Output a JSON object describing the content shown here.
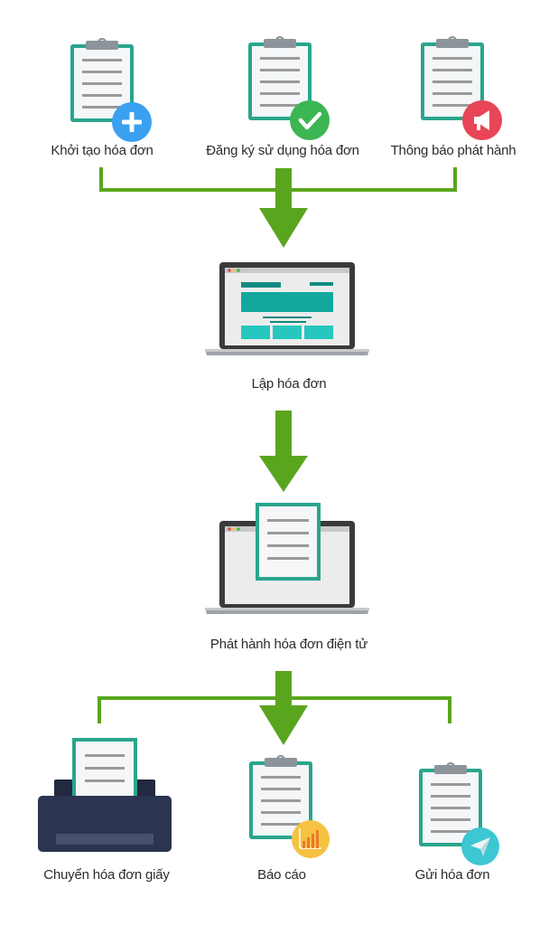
{
  "diagram": {
    "steps": {
      "create": "Khởi tạo hóa đơn",
      "register": "Đăng ký sử dụng hóa đơn",
      "announce": "Thông báo phát hành",
      "make": "Lập hóa đơn",
      "issue": "Phát hành hóa đơn điện tử",
      "convert_paper": "Chuyển hóa đơn giấy",
      "report": "Báo cáo",
      "send": "Gửi hóa đơn"
    },
    "colors": {
      "arrow_green": "#5aa51e",
      "clipboard_border": "#2aa58c",
      "paper": "#f4f6f8",
      "line_gray": "#9a9a9a",
      "laptop_frame": "#3a3a3a",
      "screen_teal": "#13a89e",
      "printer": "#2b3450",
      "badge_blue": "#3aa0f0",
      "badge_green": "#3cb553",
      "badge_red": "#e84556",
      "badge_yellow": "#f5c242",
      "badge_cyan": "#3cc7d2"
    },
    "icons": [
      "clipboard-icon",
      "plus-icon",
      "check-icon",
      "megaphone-icon",
      "laptop-icon",
      "printer-icon",
      "bar-chart-icon",
      "paper-plane-icon"
    ]
  }
}
